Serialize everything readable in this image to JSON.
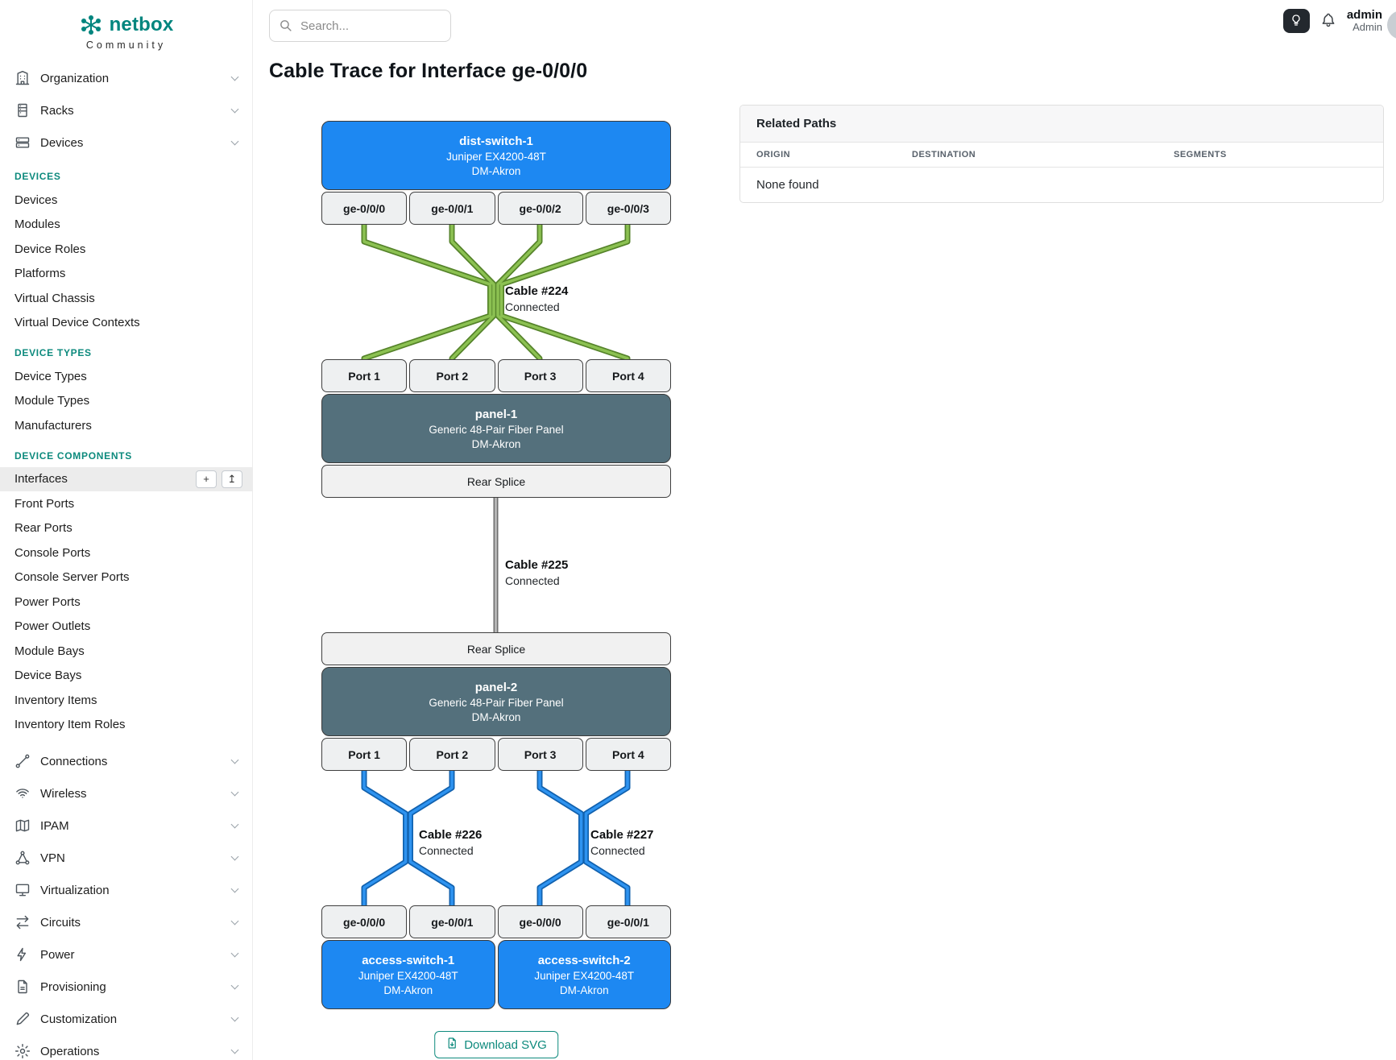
{
  "brand": {
    "name": "netbox",
    "subtitle": "Community"
  },
  "header": {
    "search_placeholder": "Search...",
    "user": {
      "name": "admin",
      "role": "Admin"
    }
  },
  "icons": {
    "plus": "+",
    "upload": "↥"
  },
  "sidebar": {
    "groups_top": [
      "Organization",
      "Racks",
      "Devices"
    ],
    "sections": [
      {
        "title": "DEVICES",
        "items": [
          "Devices",
          "Modules",
          "Device Roles",
          "Platforms",
          "Virtual Chassis",
          "Virtual Device Contexts"
        ]
      },
      {
        "title": "DEVICE TYPES",
        "items": [
          "Device Types",
          "Module Types",
          "Manufacturers"
        ]
      },
      {
        "title": "DEVICE COMPONENTS",
        "items": [
          "Interfaces",
          "Front Ports",
          "Rear Ports",
          "Console Ports",
          "Console Server Ports",
          "Power Ports",
          "Power Outlets",
          "Module Bays",
          "Device Bays",
          "Inventory Items",
          "Inventory Item Roles"
        ],
        "active_item": "Interfaces"
      }
    ],
    "groups_bottom": [
      "Connections",
      "Wireless",
      "IPAM",
      "VPN",
      "Virtualization",
      "Circuits",
      "Power",
      "Provisioning",
      "Customization",
      "Operations"
    ]
  },
  "page": {
    "title": "Cable Trace for Interface ge-0/0/0",
    "download_label": "Download SVG"
  },
  "trace": {
    "top_device": {
      "name": "dist-switch-1",
      "model": "Juniper EX4200-48T",
      "site": "DM-Akron",
      "interfaces": [
        "ge-0/0/0",
        "ge-0/0/1",
        "ge-0/0/2",
        "ge-0/0/3"
      ]
    },
    "cable1": {
      "label": "Cable #224",
      "status": "Connected"
    },
    "panel1": {
      "name": "panel-1",
      "model": "Generic 48-Pair Fiber Panel",
      "site": "DM-Akron",
      "ports": [
        "Port 1",
        "Port 2",
        "Port 3",
        "Port 4"
      ],
      "rear": "Rear Splice"
    },
    "cable2": {
      "label": "Cable #225",
      "status": "Connected"
    },
    "panel2": {
      "name": "panel-2",
      "model": "Generic 48-Pair Fiber Panel",
      "site": "DM-Akron",
      "ports": [
        "Port 1",
        "Port 2",
        "Port 3",
        "Port 4"
      ],
      "rear": "Rear Splice"
    },
    "cable3": {
      "label": "Cable #226",
      "status": "Connected"
    },
    "cable4": {
      "label": "Cable #227",
      "status": "Connected"
    },
    "bottom_interfaces": [
      "ge-0/0/0",
      "ge-0/0/1",
      "ge-0/0/0",
      "ge-0/0/1"
    ],
    "bottom_devices": [
      {
        "name": "access-switch-1",
        "model": "Juniper EX4200-48T",
        "site": "DM-Akron"
      },
      {
        "name": "access-switch-2",
        "model": "Juniper EX4200-48T",
        "site": "DM-Akron"
      }
    ]
  },
  "related_paths": {
    "title": "Related Paths",
    "columns": [
      "ORIGIN",
      "DESTINATION",
      "SEGMENTS"
    ],
    "empty": "None found"
  },
  "colors": {
    "brand_teal": "#00857e",
    "device_blue": "#1d88f2",
    "panel_slate": "#54707c",
    "cable_green": "#8cc152",
    "cable_blue": "#2e93f0",
    "cable_gray": "#b9b9b9"
  }
}
